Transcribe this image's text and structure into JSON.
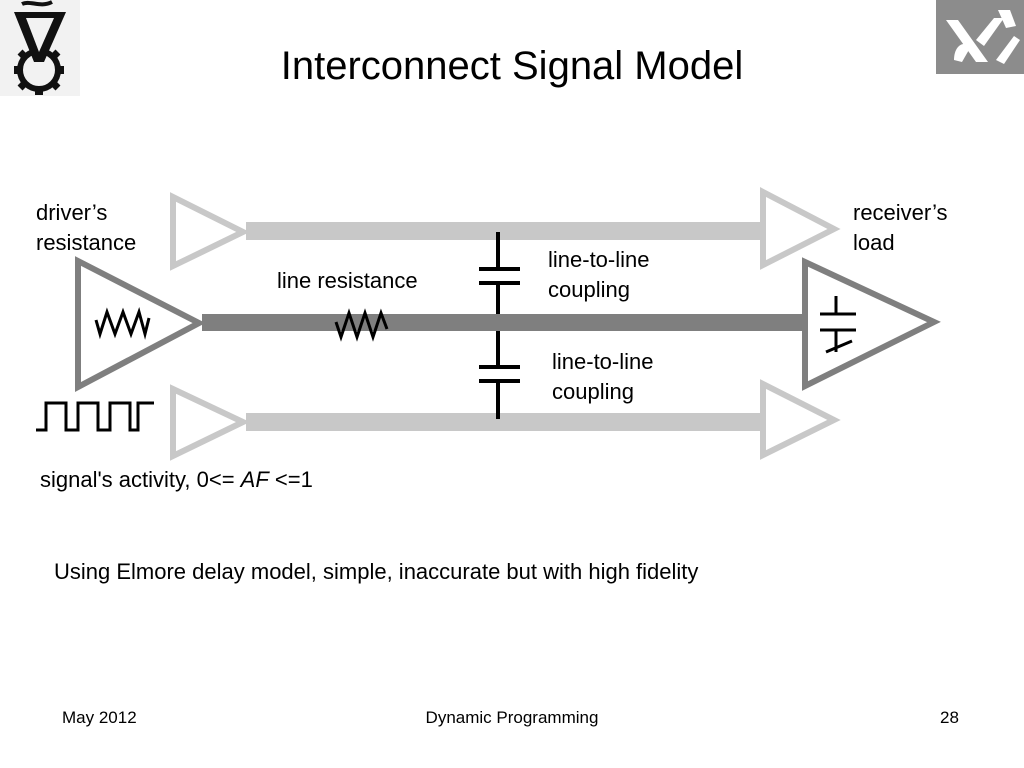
{
  "slide": {
    "title": "Interconnect Signal Model",
    "labels": {
      "driver_line1": "driver’s",
      "driver_line2": "resistance",
      "receiver_line1": "receiver’s",
      "receiver_line2": "load",
      "line_resistance": "line resistance",
      "coupling_top_line1": "line-to-line",
      "coupling_top_line2": "coupling",
      "coupling_bottom_line1": "line-to-line",
      "coupling_bottom_line2": "coupling",
      "activity_prefix": "signal's activity, 0<= ",
      "activity_var": "AF",
      "activity_suffix": " <=1"
    },
    "note": "Using Elmore delay model, simple, inaccurate but with high fidelity"
  },
  "footer": {
    "date": "May 2012",
    "center": "Dynamic Programming",
    "page": "28"
  },
  "colors": {
    "light_gray": "#c8c8c8",
    "mid_gray": "#7f7f7f",
    "logo_gray": "#8c8c8c"
  },
  "icons": {
    "left_logo": "technion-logo",
    "right_logo": "hebrew-letters-logo"
  }
}
